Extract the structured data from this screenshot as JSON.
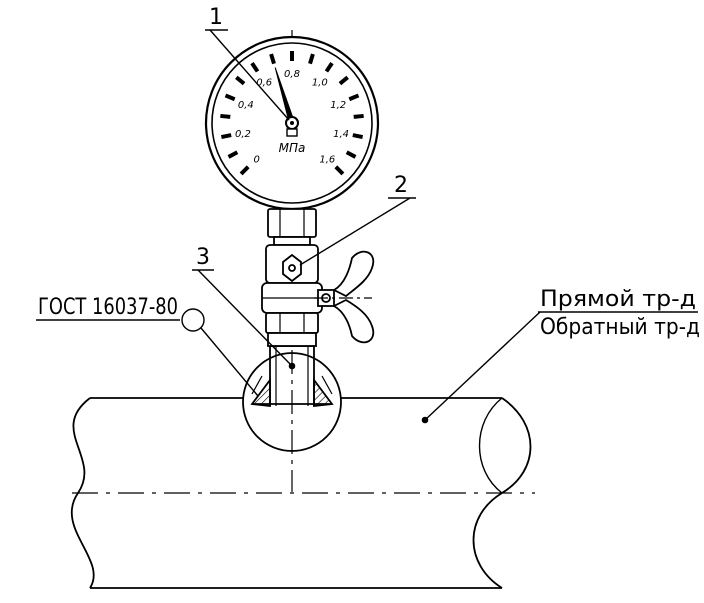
{
  "callouts": {
    "gauge": "1",
    "valve": "2",
    "fitting": "3",
    "standard": "ГОСТ 16037-80",
    "pipe_supply": "Прямой тр-д",
    "pipe_return": "Обратный тр-д"
  },
  "gauge": {
    "unit": "МПа",
    "scale_labels": [
      "0",
      "0,2",
      "0,4",
      "0,6",
      "0,8",
      "1,0",
      "1,2",
      "1,4",
      "1,6"
    ],
    "scale_min": 0,
    "scale_max": 1.6,
    "needle_value": 0.7
  }
}
